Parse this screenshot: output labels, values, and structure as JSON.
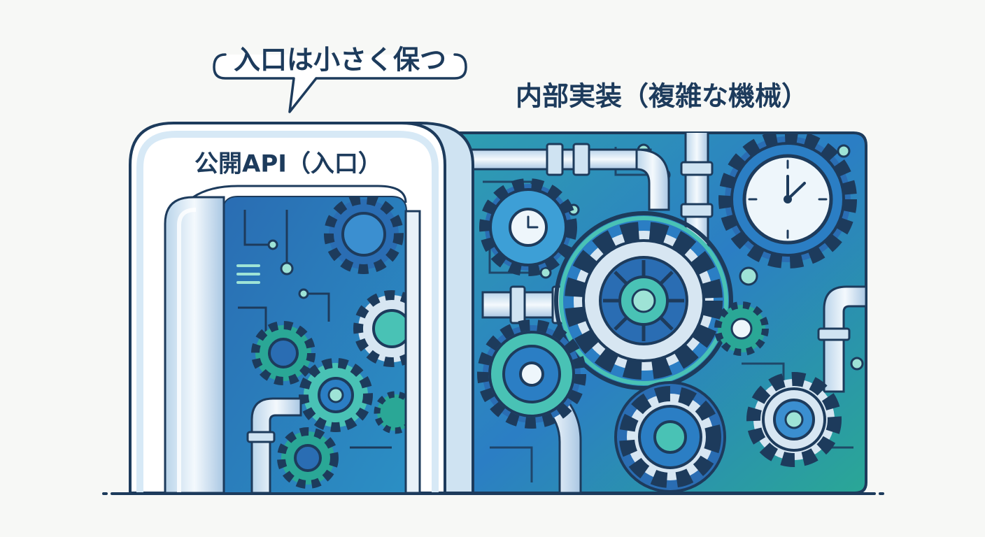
{
  "callout": {
    "text": "入口は小さく保つ"
  },
  "internal_label": {
    "text": "内部実装（複雑な機械）"
  },
  "api_gate": {
    "text": "公開API（入口）"
  },
  "colors": {
    "navy": "#1d3b5c",
    "deep_blue": "#2a6db3",
    "mid_blue": "#3b8fd0",
    "teal": "#2fa79a",
    "aqua": "#49c2b5",
    "gear_light": "#d7e6f2",
    "pipe_light": "#dfeef8",
    "background": "#f7f8f6"
  },
  "icons": [
    "gear-icon",
    "clock-gauge-icon",
    "pipe-icon",
    "circuit-trace-icon"
  ]
}
